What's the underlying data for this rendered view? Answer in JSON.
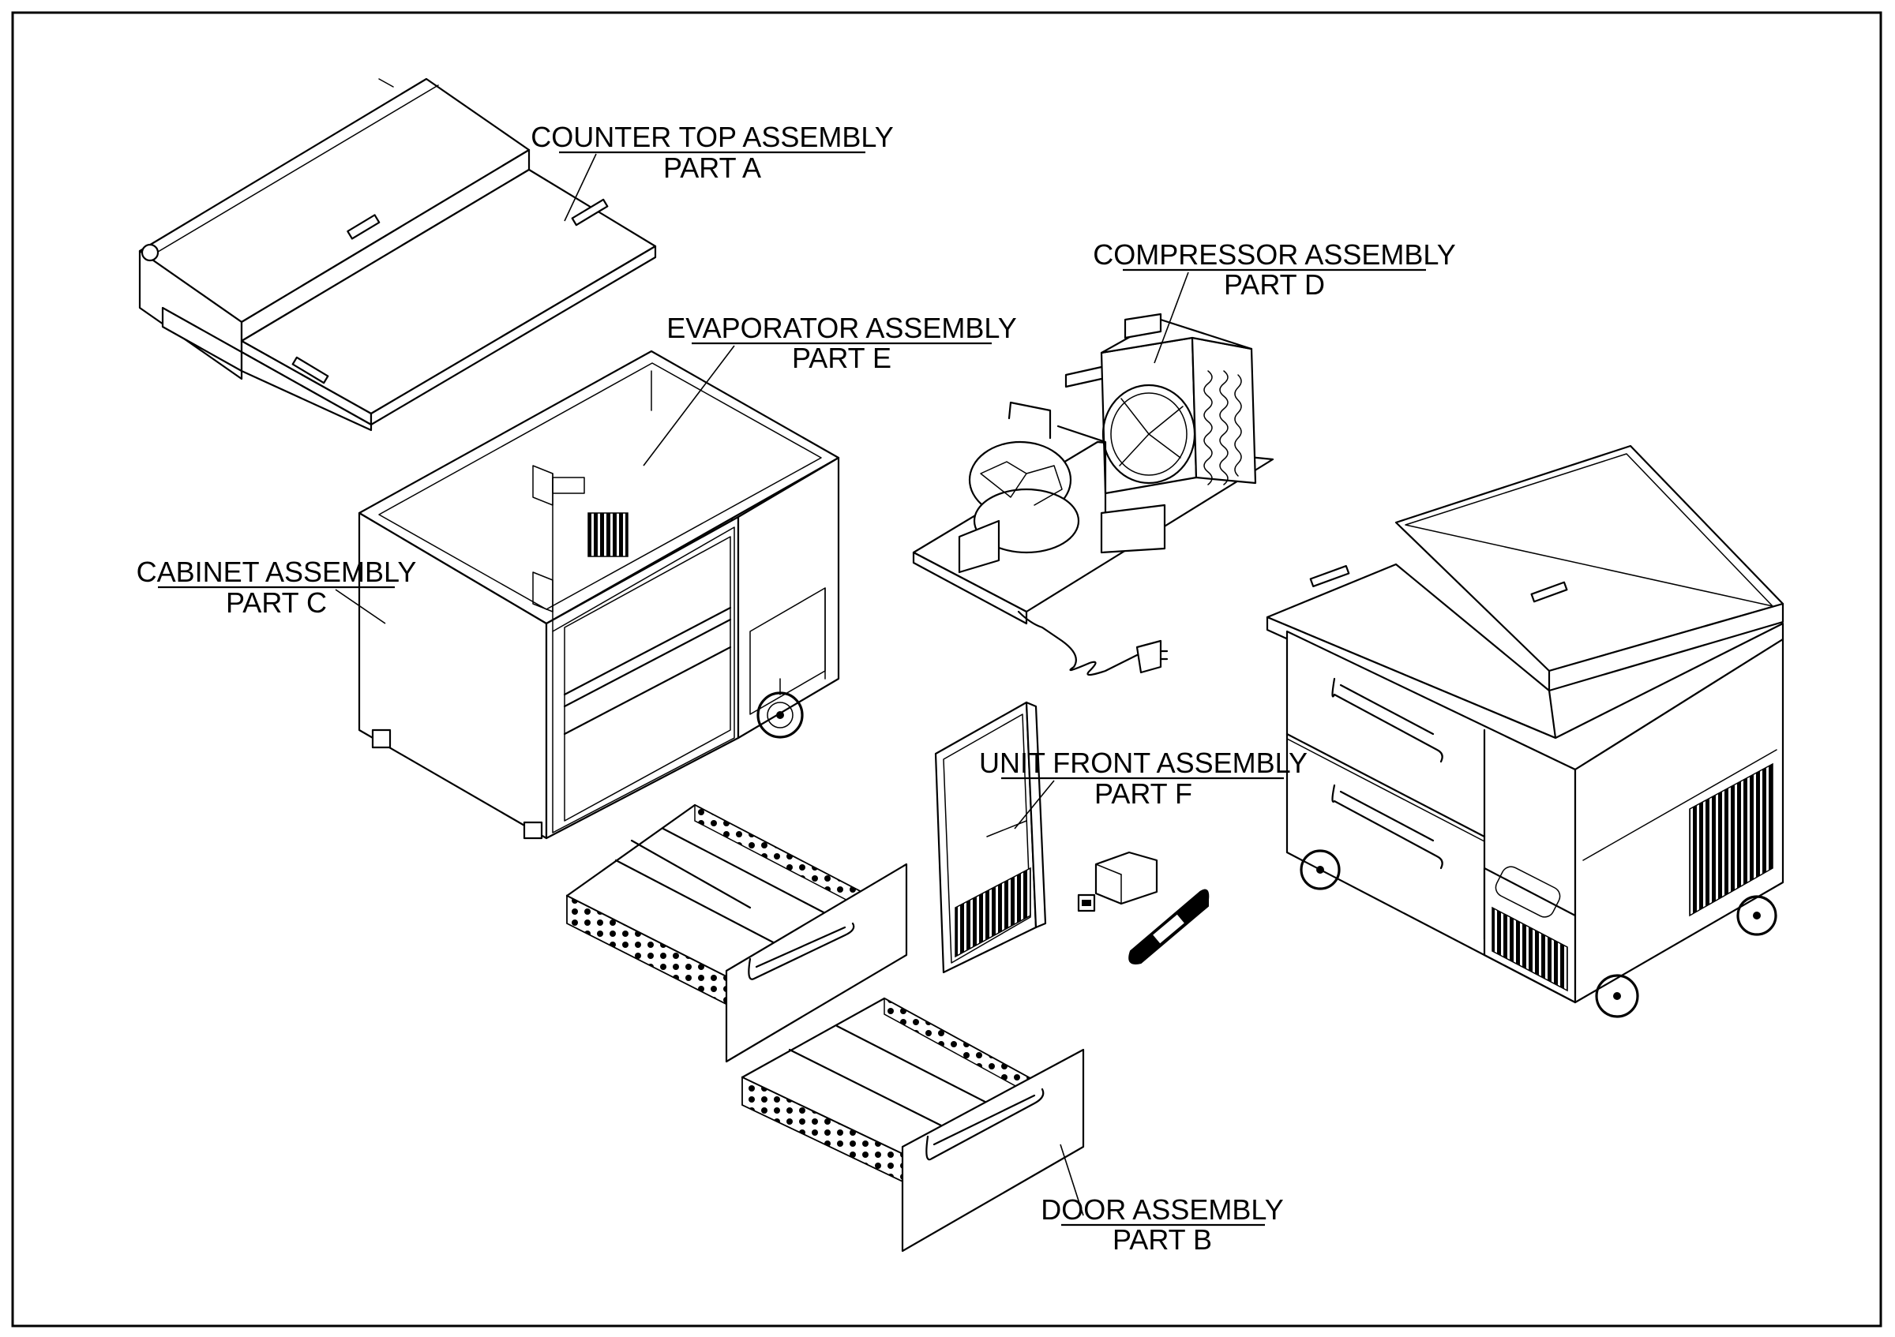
{
  "labels": {
    "part_a": {
      "title": "COUNTER TOP ASSEMBLY",
      "part": "PART A"
    },
    "part_b": {
      "title": "DOOR ASSEMBLY",
      "part": "PART B"
    },
    "part_c": {
      "title": "CABINET ASSEMBLY",
      "part": "PART C"
    },
    "part_d": {
      "title": "COMPRESSOR ASSEMBLY",
      "part": "PART D"
    },
    "part_e": {
      "title": "EVAPORATOR ASSEMBLY",
      "part": "PART E"
    },
    "part_f": {
      "title": "UNIT FRONT ASSEMBLY",
      "part": "PART F"
    }
  },
  "colors": {
    "line": "#000000",
    "background": "#ffffff"
  }
}
